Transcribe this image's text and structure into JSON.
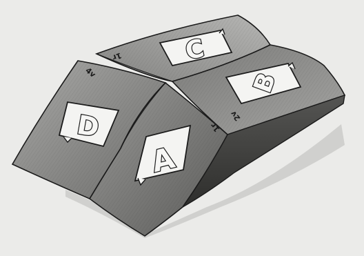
{
  "panels": [
    {
      "letter": "A",
      "position_name": "front-right"
    },
    {
      "letter": "B",
      "position_name": "back-right"
    },
    {
      "letter": "C",
      "position_name": "back-left"
    },
    {
      "letter": "D",
      "position_name": "front-left"
    }
  ],
  "marks": {
    "c_panel_mark": "1r",
    "d_panel_mark": "4v",
    "a_panel_mark": "1r",
    "b_panel_mark": "2v"
  },
  "colors": {
    "background": "#ebebe9",
    "paper_light": "#bdbdbb",
    "paper_mid": "#8f8f8d",
    "paper_dark": "#4a4a48",
    "ink": "#1b1b1b",
    "label_fill": "#f4f4f2"
  }
}
